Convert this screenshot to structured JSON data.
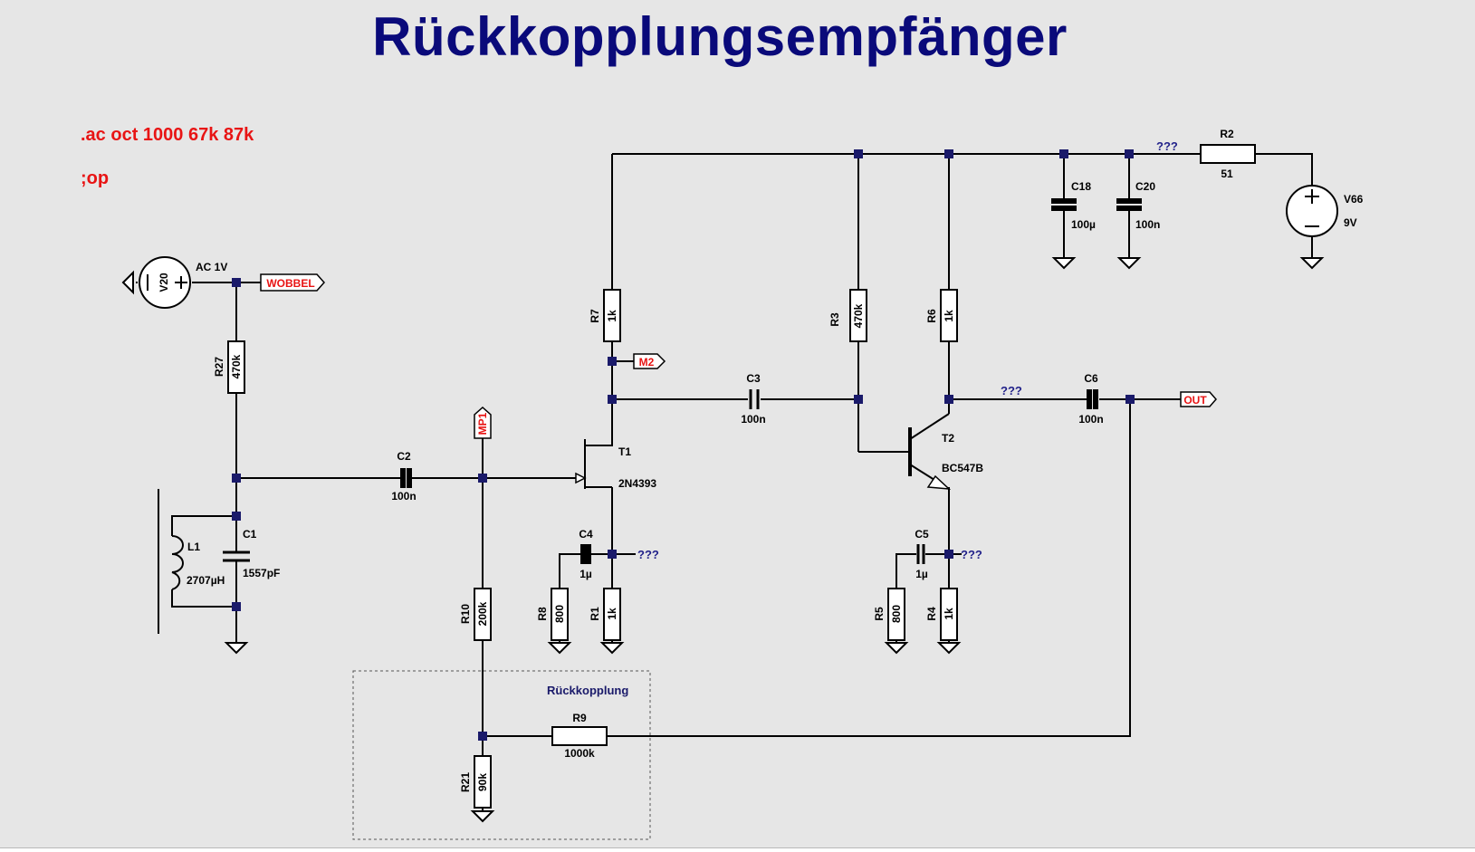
{
  "title": "Rückkopplungsempfänger",
  "directives": [
    ".ac oct 1000 67k 87k",
    ";op"
  ],
  "sources": {
    "v20": {
      "name": "V20",
      "value": "AC 1V"
    },
    "v66": {
      "name": "V66",
      "value": "9V"
    }
  },
  "labels": {
    "wobbel": "WOBBEL",
    "m2": "M2",
    "mp1": "MP1",
    "out": "OUT"
  },
  "unknown": "???",
  "group_label": "Rückkopplung",
  "components": {
    "r2": {
      "name": "R2",
      "value": "51"
    },
    "r3": {
      "name": "R3",
      "value": "470k"
    },
    "r6": {
      "name": "R6",
      "value": "1k"
    },
    "r7": {
      "name": "R7",
      "value": "1k"
    },
    "r27": {
      "name": "R27",
      "value": "470k"
    },
    "r10": {
      "name": "R10",
      "value": "200k"
    },
    "r8": {
      "name": "R8",
      "value": "800"
    },
    "r1": {
      "name": "R1",
      "value": "1k"
    },
    "r5": {
      "name": "R5",
      "value": "800"
    },
    "r4": {
      "name": "R4",
      "value": "1k"
    },
    "r9": {
      "name": "R9",
      "value": "1000k"
    },
    "r21": {
      "name": "R21",
      "value": "90k"
    },
    "c1": {
      "name": "C1",
      "value": "1557pF"
    },
    "c2": {
      "name": "C2",
      "value": "100n"
    },
    "c3": {
      "name": "C3",
      "value": "100n"
    },
    "c4": {
      "name": "C4",
      "value": "1µ"
    },
    "c5": {
      "name": "C5",
      "value": "1µ"
    },
    "c6": {
      "name": "C6",
      "value": "100n"
    },
    "c18": {
      "name": "C18",
      "value": "100µ"
    },
    "c20": {
      "name": "C20",
      "value": "100n"
    },
    "l1": {
      "name": "L1",
      "value": "2707µH"
    },
    "t1": {
      "name": "T1",
      "value": "2N4393"
    },
    "t2": {
      "name": "T2",
      "value": "BC547B"
    }
  }
}
